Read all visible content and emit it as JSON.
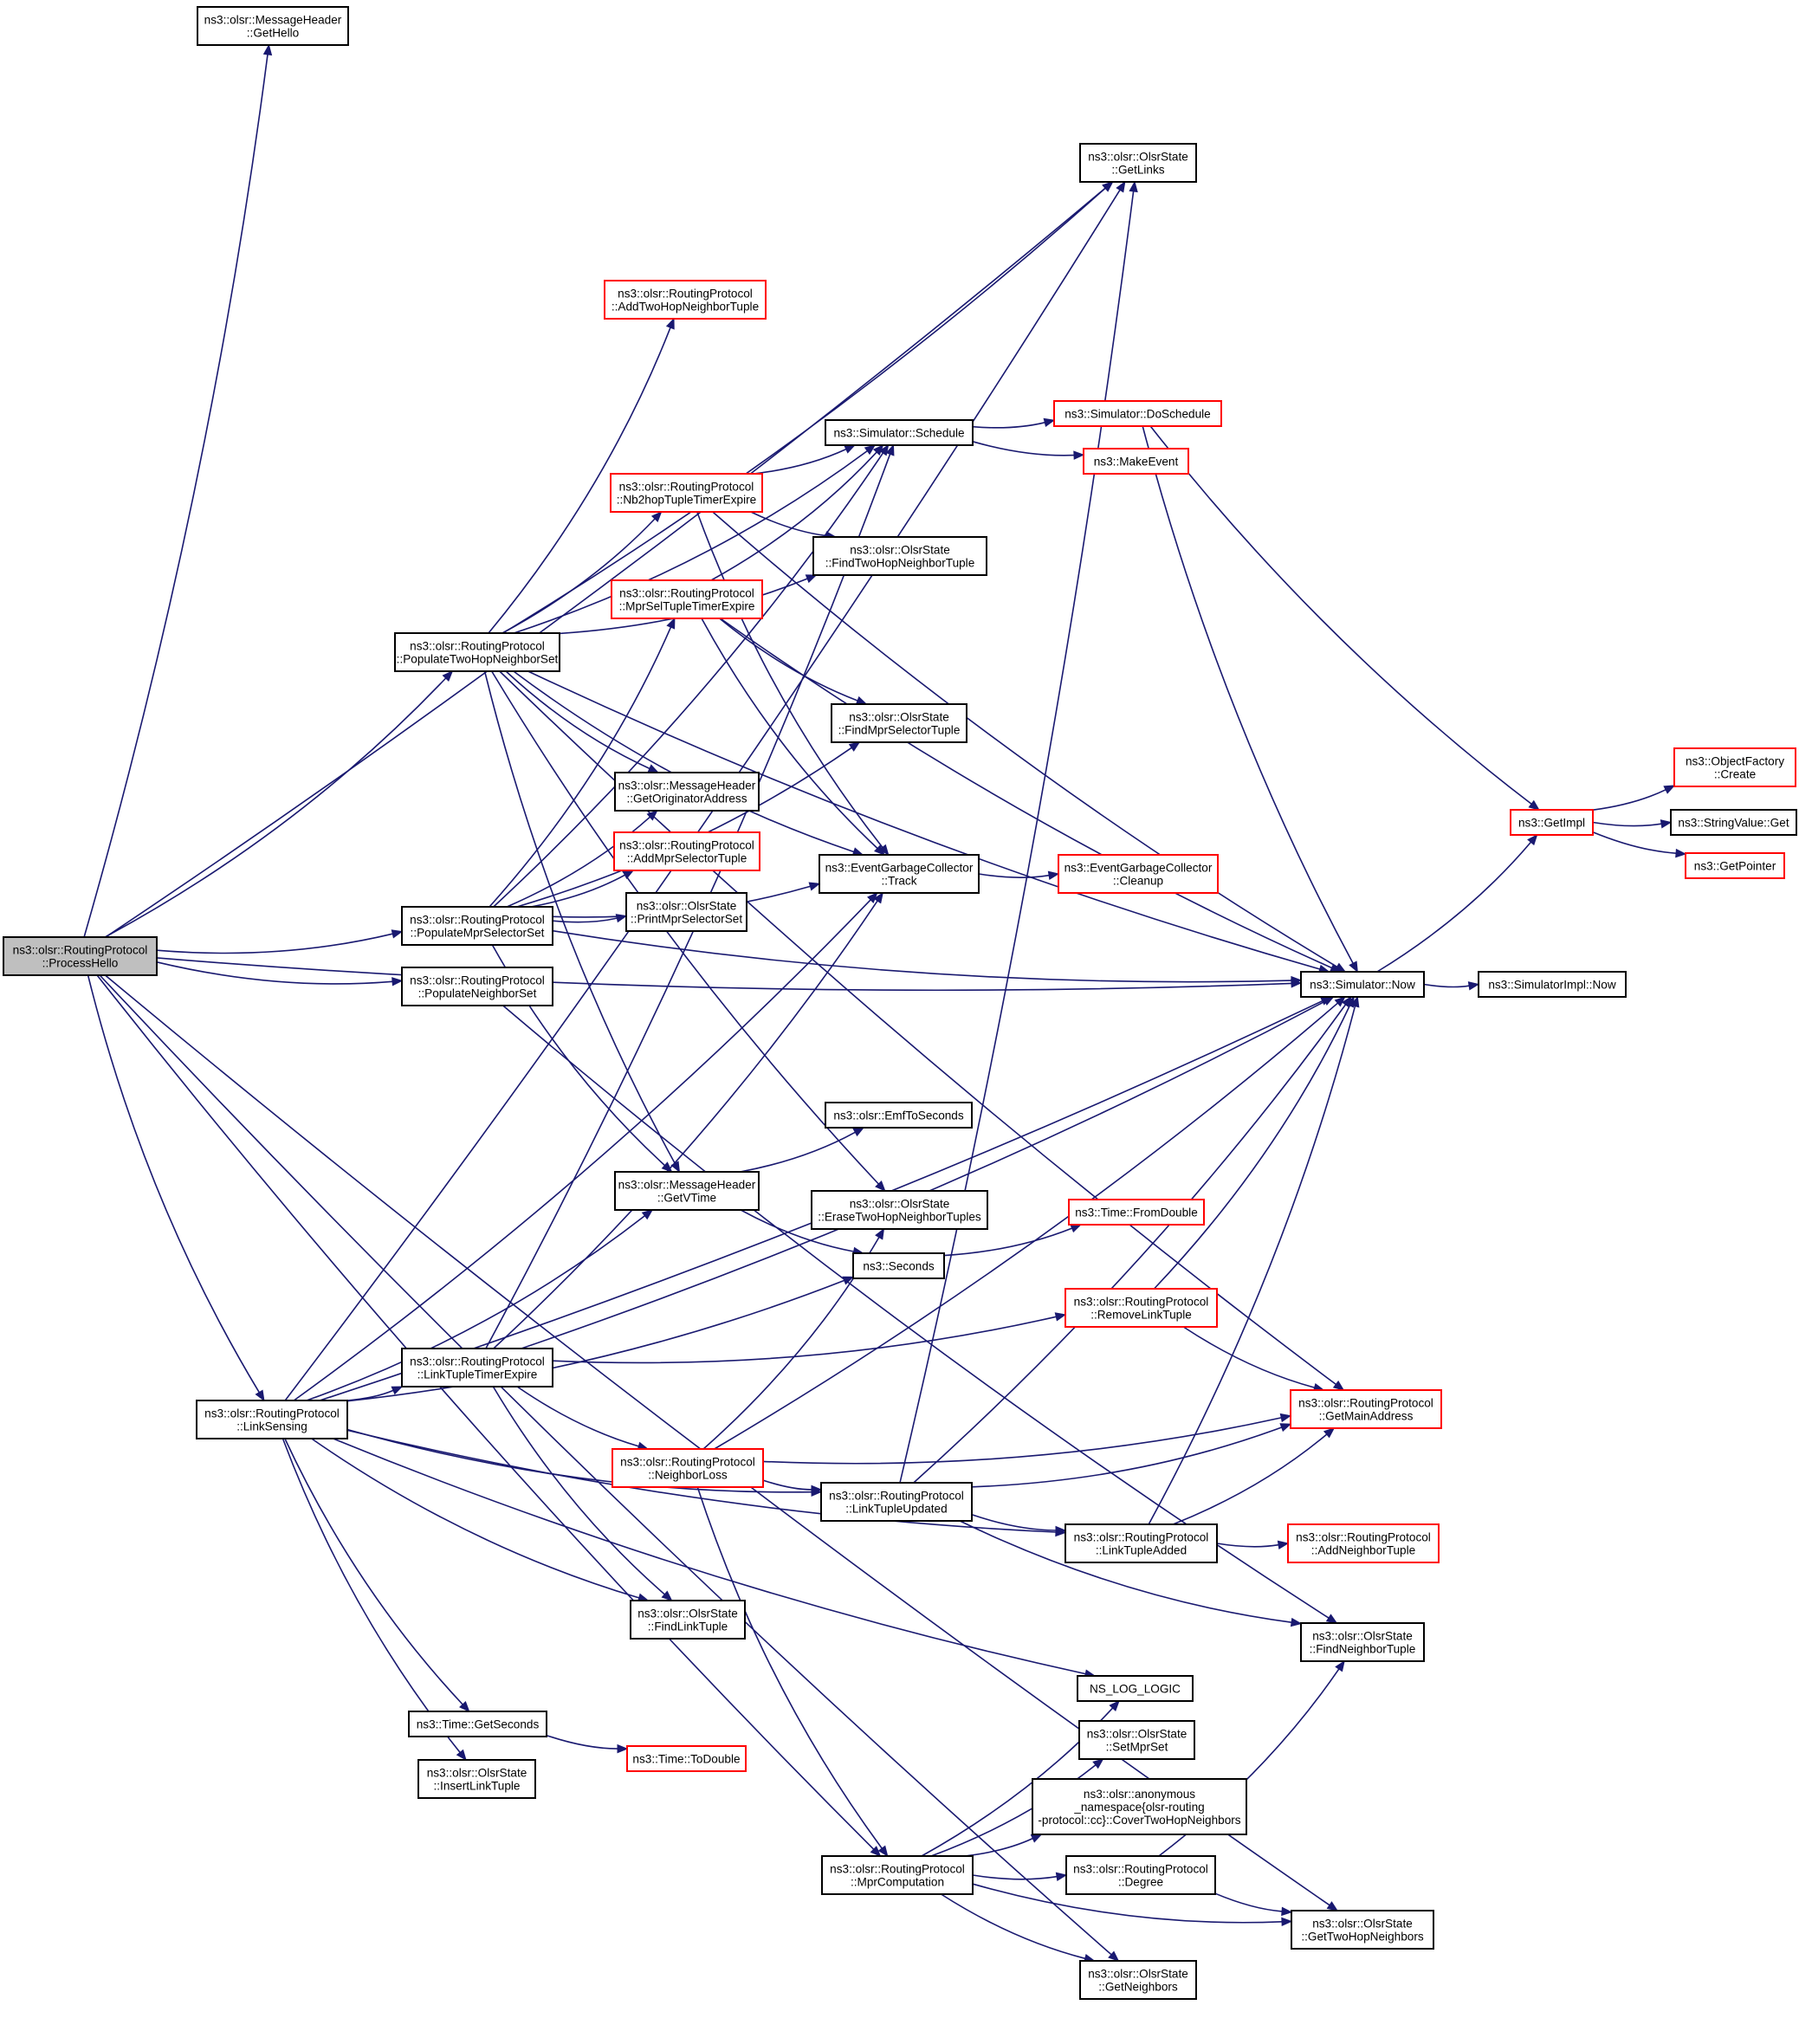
{
  "colors": {
    "edge": "#191970",
    "box_border": "#000000",
    "box_border_truncated": "#ff0000",
    "root_fill": "#bfbfbf",
    "box_fill": "#ffffff"
  },
  "nodes": {
    "process_hello": {
      "lines": [
        "ns3::olsr::RoutingProtocol",
        "::ProcessHello"
      ],
      "style": "root"
    },
    "get_hello": {
      "lines": [
        "ns3::olsr::MessageHeader",
        "::GetHello"
      ],
      "style": "normal"
    },
    "get_links": {
      "lines": [
        "ns3::olsr::OlsrState",
        "::GetLinks"
      ],
      "style": "normal"
    },
    "add_two_hop_neighbor_tuple": {
      "lines": [
        "ns3::olsr::RoutingProtocol",
        "::AddTwoHopNeighborTuple"
      ],
      "style": "red"
    },
    "do_schedule": {
      "lines": [
        "ns3::Simulator::DoSchedule"
      ],
      "style": "red"
    },
    "schedule": {
      "lines": [
        "ns3::Simulator::Schedule"
      ],
      "style": "normal"
    },
    "make_event": {
      "lines": [
        "ns3::MakeEvent"
      ],
      "style": "red"
    },
    "nb2hop_tuple_timer_expire": {
      "lines": [
        "ns3::olsr::RoutingProtocol",
        "::Nb2hopTupleTimerExpire"
      ],
      "style": "red"
    },
    "find_two_hop_neighbor_tuple": {
      "lines": [
        "ns3::olsr::OlsrState",
        "::FindTwoHopNeighborTuple"
      ],
      "style": "normal"
    },
    "mpr_sel_tuple_timer_expire": {
      "lines": [
        "ns3::olsr::RoutingProtocol",
        "::MprSelTupleTimerExpire"
      ],
      "style": "red"
    },
    "populate_two_hop_neighbor_set": {
      "lines": [
        "ns3::olsr::RoutingProtocol",
        "::PopulateTwoHopNeighborSet"
      ],
      "style": "normal"
    },
    "find_mpr_selector_tuple": {
      "lines": [
        "ns3::olsr::OlsrState",
        "::FindMprSelectorTuple"
      ],
      "style": "normal"
    },
    "object_factory_create": {
      "lines": [
        "ns3::ObjectFactory",
        "::Create"
      ],
      "style": "red"
    },
    "get_originator_address": {
      "lines": [
        "ns3::olsr::MessageHeader",
        "::GetOriginatorAddress"
      ],
      "style": "normal"
    },
    "get_impl": {
      "lines": [
        "ns3::GetImpl"
      ],
      "style": "red"
    },
    "string_value_get": {
      "lines": [
        "ns3::StringValue::Get"
      ],
      "style": "normal"
    },
    "add_mpr_selector_tuple": {
      "lines": [
        "ns3::olsr::RoutingProtocol",
        "::AddMprSelectorTuple"
      ],
      "style": "red"
    },
    "event_gc_track": {
      "lines": [
        "ns3::EventGarbageCollector",
        "::Track"
      ],
      "style": "normal"
    },
    "event_gc_cleanup": {
      "lines": [
        "ns3::EventGarbageCollector",
        "::Cleanup"
      ],
      "style": "red"
    },
    "get_pointer": {
      "lines": [
        "ns3::GetPointer"
      ],
      "style": "red"
    },
    "populate_mpr_selector_set": {
      "lines": [
        "ns3::olsr::RoutingProtocol",
        "::PopulateMprSelectorSet"
      ],
      "style": "normal"
    },
    "print_mpr_selector_set": {
      "lines": [
        "ns3::olsr::OlsrState",
        "::PrintMprSelectorSet"
      ],
      "style": "normal"
    },
    "populate_neighbor_set": {
      "lines": [
        "ns3::olsr::RoutingProtocol",
        "::PopulateNeighborSet"
      ],
      "style": "normal"
    },
    "simulator_now": {
      "lines": [
        "ns3::Simulator::Now"
      ],
      "style": "normal"
    },
    "simulator_impl_now": {
      "lines": [
        "ns3::SimulatorImpl::Now"
      ],
      "style": "normal"
    },
    "emf_to_seconds": {
      "lines": [
        "ns3::olsr::EmfToSeconds"
      ],
      "style": "normal"
    },
    "get_vtime": {
      "lines": [
        "ns3::olsr::MessageHeader",
        "::GetVTime"
      ],
      "style": "normal"
    },
    "erase_two_hop_neighbor_tuples": {
      "lines": [
        "ns3::olsr::OlsrState",
        "::EraseTwoHopNeighborTuples"
      ],
      "style": "normal"
    },
    "time_from_double": {
      "lines": [
        "ns3::Time::FromDouble"
      ],
      "style": "red"
    },
    "seconds": {
      "lines": [
        "ns3::Seconds"
      ],
      "style": "normal"
    },
    "remove_link_tuple": {
      "lines": [
        "ns3::olsr::RoutingProtocol",
        "::RemoveLinkTuple"
      ],
      "style": "red"
    },
    "link_tuple_timer_expire": {
      "lines": [
        "ns3::olsr::RoutingProtocol",
        "::LinkTupleTimerExpire"
      ],
      "style": "normal"
    },
    "get_main_address": {
      "lines": [
        "ns3::olsr::RoutingProtocol",
        "::GetMainAddress"
      ],
      "style": "red"
    },
    "link_sensing": {
      "lines": [
        "ns3::olsr::RoutingProtocol",
        "::LinkSensing"
      ],
      "style": "normal"
    },
    "neighbor_loss": {
      "lines": [
        "ns3::olsr::RoutingProtocol",
        "::NeighborLoss"
      ],
      "style": "red"
    },
    "link_tuple_updated": {
      "lines": [
        "ns3::olsr::RoutingProtocol",
        "::LinkTupleUpdated"
      ],
      "style": "normal"
    },
    "link_tuple_added": {
      "lines": [
        "ns3::olsr::RoutingProtocol",
        "::LinkTupleAdded"
      ],
      "style": "normal"
    },
    "add_neighbor_tuple": {
      "lines": [
        "ns3::olsr::RoutingProtocol",
        "::AddNeighborTuple"
      ],
      "style": "red"
    },
    "find_link_tuple": {
      "lines": [
        "ns3::olsr::OlsrState",
        "::FindLinkTuple"
      ],
      "style": "normal"
    },
    "find_neighbor_tuple": {
      "lines": [
        "ns3::olsr::OlsrState",
        "::FindNeighborTuple"
      ],
      "style": "normal"
    },
    "ns_log_logic": {
      "lines": [
        "NS_LOG_LOGIC"
      ],
      "style": "normal"
    },
    "time_get_seconds": {
      "lines": [
        "ns3::Time::GetSeconds"
      ],
      "style": "normal"
    },
    "time_to_double": {
      "lines": [
        "ns3::Time::ToDouble"
      ],
      "style": "red"
    },
    "set_mpr_set": {
      "lines": [
        "ns3::olsr::OlsrState",
        "::SetMprSet"
      ],
      "style": "normal"
    },
    "insert_link_tuple": {
      "lines": [
        "ns3::olsr::OlsrState",
        "::InsertLinkTuple"
      ],
      "style": "normal"
    },
    "cover_two_hop_neighbors": {
      "lines": [
        "ns3::olsr::anonymous",
        "_namespace{olsr-routing",
        "-protocol::cc}::CoverTwoHopNeighbors"
      ],
      "style": "normal"
    },
    "mpr_computation": {
      "lines": [
        "ns3::olsr::RoutingProtocol",
        "::MprComputation"
      ],
      "style": "normal"
    },
    "degree": {
      "lines": [
        "ns3::olsr::RoutingProtocol",
        "::Degree"
      ],
      "style": "normal"
    },
    "get_two_hop_neighbors": {
      "lines": [
        "ns3::olsr::OlsrState",
        "::GetTwoHopNeighbors"
      ],
      "style": "normal"
    },
    "get_neighbors": {
      "lines": [
        "ns3::olsr::OlsrState",
        "::GetNeighbors"
      ],
      "style": "normal"
    }
  },
  "edges": [
    [
      "process_hello",
      "get_hello"
    ],
    [
      "process_hello",
      "simulator_now"
    ],
    [
      "process_hello",
      "get_links"
    ],
    [
      "process_hello",
      "populate_two_hop_neighbor_set"
    ],
    [
      "process_hello",
      "populate_mpr_selector_set"
    ],
    [
      "process_hello",
      "populate_neighbor_set"
    ],
    [
      "process_hello",
      "link_sensing"
    ],
    [
      "process_hello",
      "mpr_computation"
    ],
    [
      "process_hello",
      "get_neighbors"
    ],
    [
      "process_hello",
      "get_two_hop_neighbors"
    ],
    [
      "populate_two_hop_neighbor_set",
      "get_links"
    ],
    [
      "populate_two_hop_neighbor_set",
      "add_two_hop_neighbor_tuple"
    ],
    [
      "populate_two_hop_neighbor_set",
      "schedule"
    ],
    [
      "populate_two_hop_neighbor_set",
      "nb2hop_tuple_timer_expire"
    ],
    [
      "populate_two_hop_neighbor_set",
      "find_two_hop_neighbor_tuple"
    ],
    [
      "populate_two_hop_neighbor_set",
      "get_originator_address"
    ],
    [
      "populate_two_hop_neighbor_set",
      "event_gc_track"
    ],
    [
      "populate_two_hop_neighbor_set",
      "get_vtime"
    ],
    [
      "populate_two_hop_neighbor_set",
      "get_main_address"
    ],
    [
      "populate_two_hop_neighbor_set",
      "simulator_now"
    ],
    [
      "populate_two_hop_neighbor_set",
      "erase_two_hop_neighbor_tuples"
    ],
    [
      "populate_mpr_selector_set",
      "mpr_sel_tuple_timer_expire"
    ],
    [
      "populate_mpr_selector_set",
      "schedule"
    ],
    [
      "populate_mpr_selector_set",
      "get_originator_address"
    ],
    [
      "populate_mpr_selector_set",
      "add_mpr_selector_tuple"
    ],
    [
      "populate_mpr_selector_set",
      "print_mpr_selector_set"
    ],
    [
      "populate_mpr_selector_set",
      "find_mpr_selector_tuple"
    ],
    [
      "populate_mpr_selector_set",
      "event_gc_track"
    ],
    [
      "populate_mpr_selector_set",
      "simulator_now"
    ],
    [
      "populate_mpr_selector_set",
      "get_vtime"
    ],
    [
      "populate_neighbor_set",
      "find_neighbor_tuple"
    ],
    [
      "schedule",
      "do_schedule"
    ],
    [
      "schedule",
      "make_event"
    ],
    [
      "do_schedule",
      "get_impl"
    ],
    [
      "do_schedule",
      "simulator_now"
    ],
    [
      "nb2hop_tuple_timer_expire",
      "schedule"
    ],
    [
      "nb2hop_tuple_timer_expire",
      "find_two_hop_neighbor_tuple"
    ],
    [
      "nb2hop_tuple_timer_expire",
      "event_gc_track"
    ],
    [
      "nb2hop_tuple_timer_expire",
      "simulator_now"
    ],
    [
      "mpr_sel_tuple_timer_expire",
      "schedule"
    ],
    [
      "mpr_sel_tuple_timer_expire",
      "find_mpr_selector_tuple"
    ],
    [
      "mpr_sel_tuple_timer_expire",
      "event_gc_track"
    ],
    [
      "mpr_sel_tuple_timer_expire",
      "simulator_now"
    ],
    [
      "event_gc_track",
      "event_gc_cleanup"
    ],
    [
      "get_impl",
      "object_factory_create"
    ],
    [
      "get_impl",
      "string_value_get"
    ],
    [
      "get_impl",
      "get_pointer"
    ],
    [
      "simulator_now",
      "get_impl"
    ],
    [
      "simulator_now",
      "simulator_impl_now"
    ],
    [
      "get_vtime",
      "emf_to_seconds"
    ],
    [
      "get_vtime",
      "seconds"
    ],
    [
      "seconds",
      "time_from_double"
    ],
    [
      "link_sensing",
      "get_links"
    ],
    [
      "link_sensing",
      "event_gc_track"
    ],
    [
      "link_sensing",
      "simulator_now"
    ],
    [
      "link_sensing",
      "get_vtime"
    ],
    [
      "link_sensing",
      "seconds"
    ],
    [
      "link_sensing",
      "link_tuple_timer_expire"
    ],
    [
      "link_sensing",
      "find_link_tuple"
    ],
    [
      "link_sensing",
      "link_tuple_updated"
    ],
    [
      "link_sensing",
      "link_tuple_added"
    ],
    [
      "link_sensing",
      "ns_log_logic"
    ],
    [
      "link_sensing",
      "time_get_seconds"
    ],
    [
      "link_sensing",
      "insert_link_tuple"
    ],
    [
      "link_tuple_timer_expire",
      "schedule"
    ],
    [
      "link_tuple_timer_expire",
      "event_gc_track"
    ],
    [
      "link_tuple_timer_expire",
      "simulator_now"
    ],
    [
      "link_tuple_timer_expire",
      "remove_link_tuple"
    ],
    [
      "link_tuple_timer_expire",
      "neighbor_loss"
    ],
    [
      "link_tuple_timer_expire",
      "find_link_tuple"
    ],
    [
      "neighbor_loss",
      "erase_two_hop_neighbor_tuples"
    ],
    [
      "neighbor_loss",
      "simulator_now"
    ],
    [
      "neighbor_loss",
      "get_main_address"
    ],
    [
      "neighbor_loss",
      "link_tuple_updated"
    ],
    [
      "neighbor_loss",
      "mpr_computation"
    ],
    [
      "remove_link_tuple",
      "simulator_now"
    ],
    [
      "remove_link_tuple",
      "get_main_address"
    ],
    [
      "link_tuple_updated",
      "get_links"
    ],
    [
      "link_tuple_updated",
      "simulator_now"
    ],
    [
      "link_tuple_updated",
      "get_main_address"
    ],
    [
      "link_tuple_updated",
      "link_tuple_added"
    ],
    [
      "link_tuple_updated",
      "find_neighbor_tuple"
    ],
    [
      "link_tuple_added",
      "simulator_now"
    ],
    [
      "link_tuple_added",
      "get_main_address"
    ],
    [
      "link_tuple_added",
      "add_neighbor_tuple"
    ],
    [
      "time_get_seconds",
      "time_to_double"
    ],
    [
      "mpr_computation",
      "ns_log_logic"
    ],
    [
      "mpr_computation",
      "set_mpr_set"
    ],
    [
      "mpr_computation",
      "cover_two_hop_neighbors"
    ],
    [
      "mpr_computation",
      "degree"
    ],
    [
      "mpr_computation",
      "get_two_hop_neighbors"
    ],
    [
      "mpr_computation",
      "get_neighbors"
    ],
    [
      "degree",
      "find_neighbor_tuple"
    ],
    [
      "degree",
      "get_two_hop_neighbors"
    ]
  ]
}
